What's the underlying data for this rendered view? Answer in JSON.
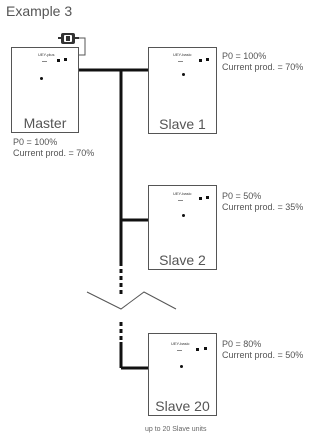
{
  "title": "Example 3",
  "units": [
    {
      "name": "Master",
      "model": "UEY-plus",
      "p0": "P0 = 100%",
      "prod": "Current prod. = 70%"
    },
    {
      "name": "Slave 1",
      "model": "UEY-basic",
      "p0": "P0 = 100%",
      "prod": "Current prod. = 70%"
    },
    {
      "name": "Slave 2",
      "model": "UEY-basic",
      "p0": "P0 = 50%",
      "prod": "Current prod. = 35%"
    },
    {
      "name": "Slave 20",
      "model": "UEY-basic",
      "p0": "P0 = 80%",
      "prod": "Current prod. = 50%"
    }
  ],
  "footer": "up to 20 Slave units"
}
